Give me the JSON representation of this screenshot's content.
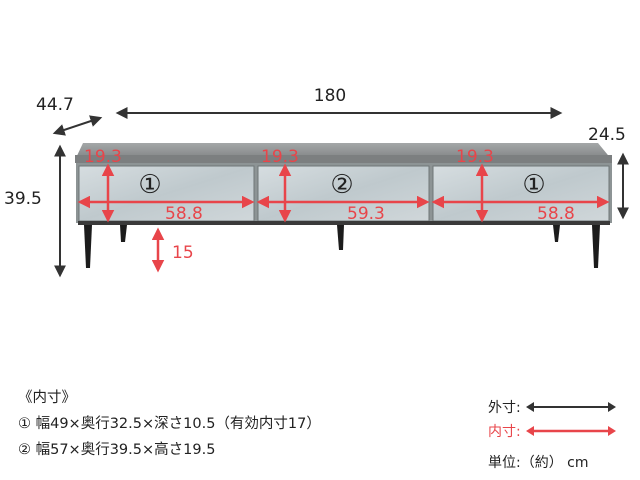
{
  "dimensions": {
    "outer": {
      "width": "180",
      "depth": "44.7",
      "height": "39.5",
      "top_section_height": "24.5",
      "leg_clearance": "15"
    },
    "inner": {
      "drawer_left_width": "58.8",
      "drawer_center_width": "59.3",
      "drawer_right_width": "58.8",
      "drawer_left_height": "19.3",
      "drawer_center_height": "19.3",
      "drawer_right_height": "19.3"
    }
  },
  "drawer_markers": [
    "①",
    "②",
    "①"
  ],
  "notes": {
    "heading": "《内寸》",
    "line1": "①  幅49×奥行32.5×深さ10.5（有効内寸17）",
    "line2": "②  幅57×奥行39.5×高さ19.5"
  },
  "legend": {
    "outer_label": "外寸:",
    "inner_label": "内寸:",
    "unit_text": "単位:（約） cm"
  },
  "colors": {
    "outer_arrow": "#333333",
    "inner_arrow": "#e8454a",
    "top_panel": "#8e9091",
    "drawer_face": "#c9d1d4",
    "legs": "#1c1c1c"
  }
}
